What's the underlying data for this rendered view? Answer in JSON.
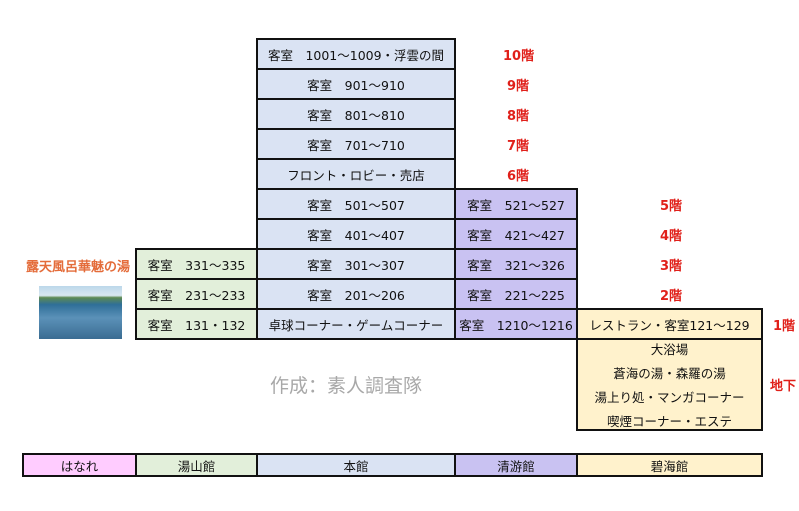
{
  "honkan": [
    "客室　1001～1009・浮雲の間",
    "客室　901～910",
    "客室　801～810",
    "客室　701～710",
    "フロント・ロビー・売店",
    "客室　501～507",
    "客室　401～407",
    "客室　301～307",
    "客室　201～206",
    "卓球コーナー・ゲームコーナー"
  ],
  "seiyu": [
    "客室　521～527",
    "客室　421～427",
    "客室　321～326",
    "客室　221～225",
    "客室　1210～1216"
  ],
  "yuyama": [
    "客室　331～335",
    "客室　231～233",
    "客室　131・132"
  ],
  "hekikai": {
    "f1": "レストラン・客室121～129",
    "basement": [
      "大浴場",
      "蒼海の湯・森羅の湯",
      "湯上り処・マンガコーナー",
      "喫煙コーナー・エステ"
    ]
  },
  "floors": [
    "10階",
    "9階",
    "8階",
    "7階",
    "6階",
    "5階",
    "4階",
    "3階",
    "2階",
    "1階",
    "地下"
  ],
  "onsen_label": "露天風呂華魅の湯",
  "watermark": "作成：素人調査隊",
  "legend": [
    "はなれ",
    "湯山館",
    "本館",
    "清游館",
    "碧海館"
  ]
}
